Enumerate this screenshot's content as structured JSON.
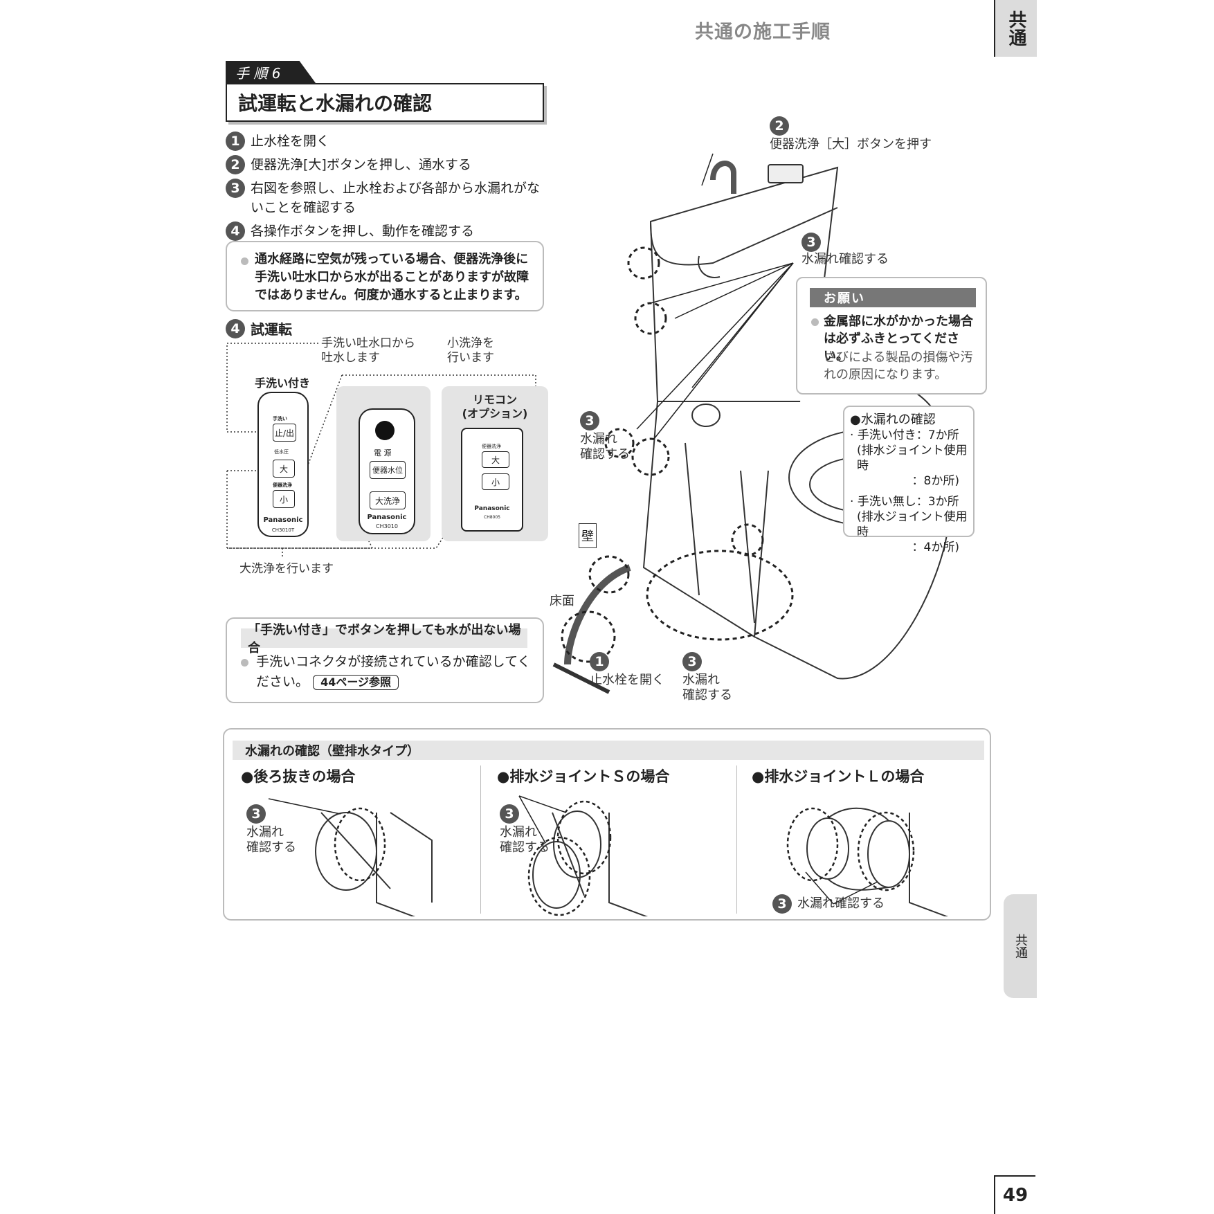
{
  "header": {
    "section_title": "共通の施工手順",
    "tab_label": "共通"
  },
  "step_tag": "手 順 6",
  "title": "試運転と水漏れの確認",
  "steps": [
    {
      "num": "1",
      "text": "止水栓を開く"
    },
    {
      "num": "2",
      "text": "便器洗浄[大]ボタンを押し、通水する"
    },
    {
      "num": "3",
      "text": "右図を参照し、止水栓および各部から水漏れがないことを確認する"
    },
    {
      "num": "4",
      "text": "各操作ボタンを押し、動作を確認する"
    }
  ],
  "note": "通水経路に空気が残っている場合、便器洗浄後に手洗い吐水口から水が出ることがありますが故障ではありません。何度か通水すると止まります。",
  "trial": {
    "num": "4",
    "title": "試運転",
    "callout_faucet": "手洗い吐水口から\n吐水します",
    "callout_small": "小洗浄を\n行います",
    "callout_large": "大洗浄を行います",
    "remote_label_faucet": "手洗い付き",
    "remote_label_option": "リモコン\n(オプション)",
    "remote1": {
      "top_label": "手洗い",
      "btn_stop": "止/出",
      "low_pressure": "低水圧",
      "btn_large": "大",
      "wash_label": "便器洗浄",
      "btn_small": "小",
      "brand": "Panasonic",
      "model": "CH3010T"
    },
    "remote2": {
      "power": "電 源",
      "btn_level": "便器水位",
      "btn_large_wash": "大洗浄",
      "brand": "Panasonic",
      "model": "CH3010"
    },
    "remote3": {
      "top_label": "便器洗浄",
      "btn_large": "大",
      "btn_small": "小",
      "brand": "Panasonic",
      "model": "CH8005"
    }
  },
  "bottom_note": {
    "title": "「手洗い付き」でボタンを押しても水が出ない場合",
    "text": "手洗いコネクタが接続されているか確認してください。",
    "ref": "44ページ参照"
  },
  "diagram": {
    "c2_num": "2",
    "c2_text": "便器洗浄［大］ボタンを押す",
    "c3a_num": "3",
    "c3a_text": "水漏れ確認する",
    "c3b_num": "3",
    "c3b_text": "水漏れ\n確認する",
    "c1_num": "1",
    "c1_text": "止水栓を開く",
    "c3c_num": "3",
    "c3c_text": "水漏れ\n確認する",
    "wall": "壁",
    "floor": "床面"
  },
  "request": {
    "head": "お願い",
    "bold": "金属部に水がかかった場合は必ずふきとってください。",
    "text": "さびによる製品の損傷や汚れの原因になります。"
  },
  "leak_check": {
    "title": "●水漏れの確認",
    "item1": "· 手洗い付き：7か所",
    "item1_sub": "(排水ジョイント使用時",
    "item1_sub2": "：8か所)",
    "item2": "· 手洗い無し：3か所",
    "item2_sub": "(排水ジョイント使用時",
    "item2_sub2": "：4か所)"
  },
  "wall_drain": {
    "title": "水漏れの確認（壁排水タイプ）",
    "col1_title": "●後ろ抜きの場合",
    "col2_title": "●排水ジョイントＳの場合",
    "col3_title": "●排水ジョイントＬの場合",
    "col1_num": "3",
    "col1_text": "水漏れ\n確認する",
    "col2_num": "3",
    "col2_text": "水漏れ\n確認する",
    "col3_num": "3",
    "col3_text": "水漏れ確認する"
  },
  "side_tab": "共通",
  "page_number": "49"
}
